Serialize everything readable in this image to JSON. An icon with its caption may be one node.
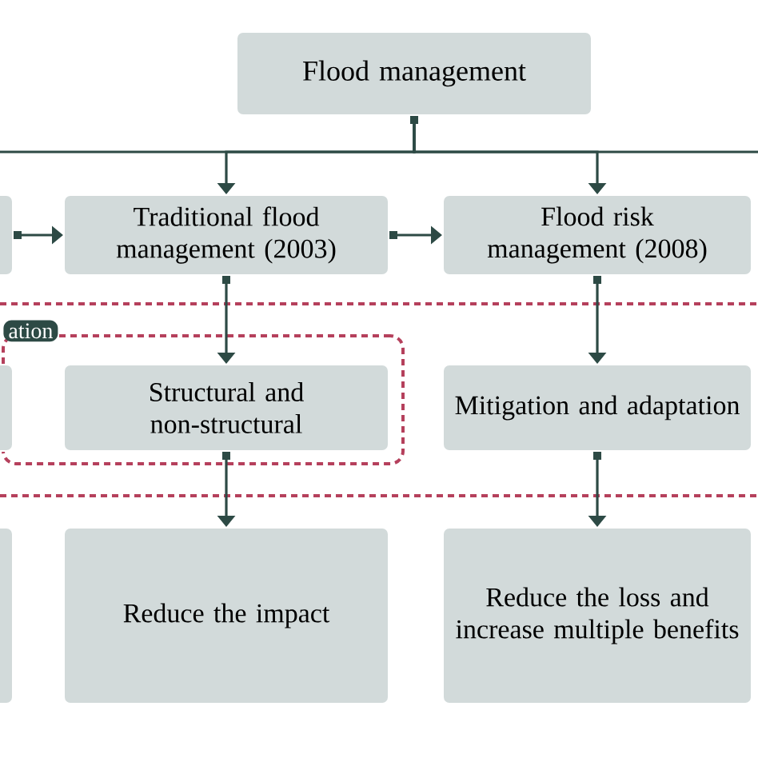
{
  "diagram": {
    "nodes": [
      {
        "text": [
          "Flood management"
        ]
      },
      {
        "text": [],
        "shape": "box"
      },
      {
        "text": [
          "Traditional flood management (2003)"
        ]
      },
      {
        "text": [
          "Flood risk management (2008)"
        ]
      },
      {
        "text": [
          "ation"
        ]
      },
      {
        "text": [],
        "shape": "box",
        "in": 4
      },
      {
        "text": [
          "Structural and non-structural"
        ],
        "in": 4
      },
      {
        "text": [
          "Mitigation and adaptation"
        ]
      },
      {
        "text": [],
        "shape": "box"
      },
      {
        "text": [
          "Reduce the impact"
        ]
      },
      {
        "text": [
          "Reduce the loss and increase multiple benefits"
        ]
      }
    ],
    "edges": [
      {
        "from": 0,
        "to": 2,
        "arrow": "to"
      },
      {
        "from": 0,
        "to": 3,
        "arrow": "to"
      },
      {
        "from": 0,
        "to": null,
        "arrow": "none"
      },
      {
        "from": 0,
        "to": null,
        "arrow": "none"
      },
      {
        "from": 1,
        "to": 2,
        "arrow": "to"
      },
      {
        "from": 2,
        "to": 3,
        "arrow": "to"
      },
      {
        "from": 2,
        "to": 6,
        "arrow": "to"
      },
      {
        "from": 3,
        "to": 7,
        "arrow": "to"
      },
      {
        "from": 6,
        "to": 9,
        "arrow": "to"
      },
      {
        "from": 7,
        "to": 10,
        "arrow": "to"
      }
    ]
  }
}
